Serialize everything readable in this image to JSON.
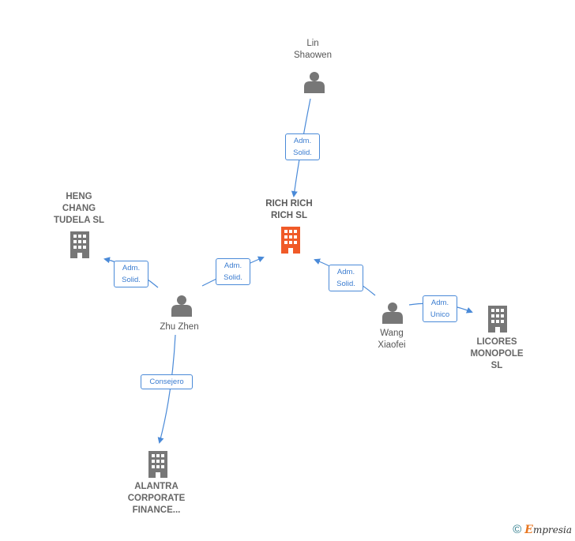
{
  "nodes": {
    "lin_shaowen": {
      "label": "Lin\nShaowen",
      "icon": "person-icon"
    },
    "rich_rich": {
      "label": "RICH RICH\nRICH  SL",
      "icon": "building-icon",
      "color": "#f05a28"
    },
    "heng_chang": {
      "label": "HENG\nCHANG\nTUDELA SL",
      "icon": "building-icon"
    },
    "zhu_zhen": {
      "label": "Zhu Zhen",
      "icon": "person-icon"
    },
    "wang_xiaofei": {
      "label": "Wang\nXiaofei",
      "icon": "person-icon"
    },
    "licores": {
      "label": "LICORES\nMONOPOLE\nSL",
      "icon": "building-icon"
    },
    "alantra": {
      "label": "ALANTRA\nCORPORATE\nFINANCE...",
      "icon": "building-icon"
    }
  },
  "edges": {
    "lin_to_rich": "Adm.\nSolid.",
    "zhu_to_heng": "Adm.\nSolid.",
    "zhu_to_rich": "Adm.\nSolid.",
    "wang_to_rich": "Adm.\nSolid.",
    "wang_to_licores": "Adm.\nUnico",
    "zhu_to_alantra": "Consejero"
  },
  "colors": {
    "edge": "#4a8ad8",
    "icon": "#777777",
    "focus": "#f05a28"
  },
  "footer": {
    "copyright_symbol": "©",
    "brand_initial": "E",
    "brand_rest": "mpresia"
  }
}
